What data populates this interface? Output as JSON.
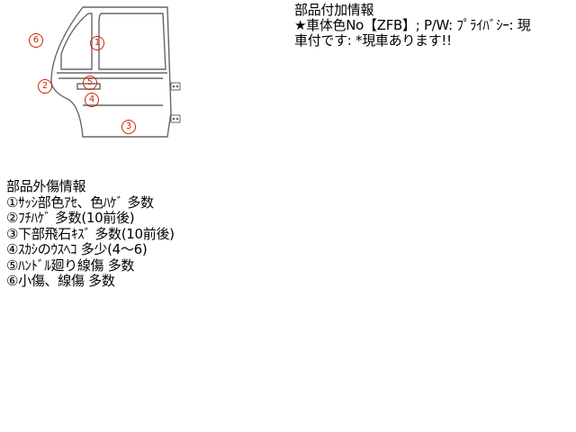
{
  "diagram": {
    "title": "rear-door-diagram",
    "marker_color": "#cc2200",
    "markers": [
      {
        "id": "1",
        "label": "1"
      },
      {
        "id": "2",
        "label": "2"
      },
      {
        "id": "3",
        "label": "3"
      },
      {
        "id": "4",
        "label": "4"
      },
      {
        "id": "5",
        "label": "5"
      },
      {
        "id": "6",
        "label": "6"
      }
    ]
  },
  "part_info": {
    "heading": "部品付加情報",
    "line1": "★車体色No【ZFB】; P/W: ﾌﾟﾗｲﾊﾞｼｰ: 現",
    "line2": "車付です: *現車あります!!"
  },
  "damage_info": {
    "heading": "部品外傷情報",
    "items": [
      "①ｻｯｼ部色ｱｾ、色ﾊｹﾞ 多数",
      "②ﾌﾁﾊｹﾞ 多数(10前後)",
      "③下部飛石ｷｽﾞ 多数(10前後)",
      "④ｽｶｼのｳｽﾍｺ 多少(4～6)",
      "⑤ﾊﾝﾄﾞﾙ廻り線傷 多数",
      "⑥小傷、線傷 多数"
    ]
  }
}
